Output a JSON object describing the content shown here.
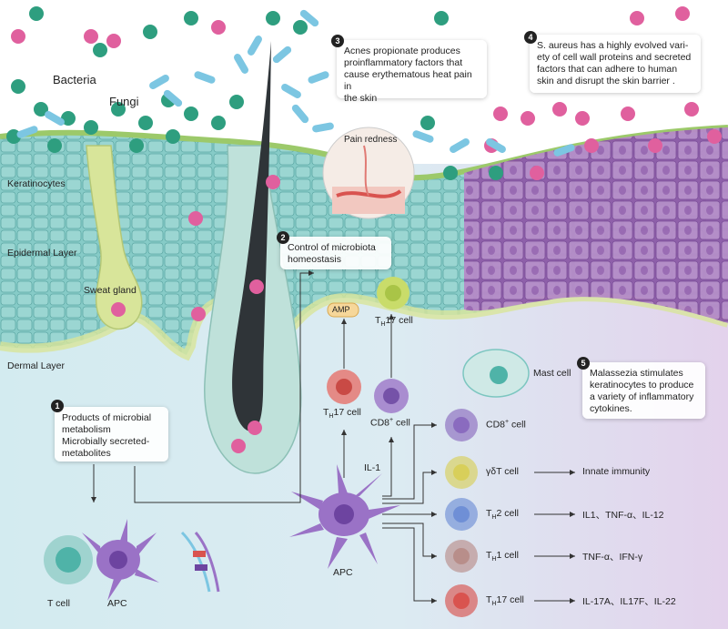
{
  "labels": {
    "bacteria": "Bacteria",
    "fungi": "Fungi",
    "keratinocytes": "Keratinocytes",
    "epidermal_layer": "Epidermal Layer",
    "sweat_gland": "Sweat gland",
    "dermal_layer": "Dermal Layer",
    "pain_redness": "Pain redness",
    "amp": "AMP",
    "th17_top": "T",
    "th17_top_rest": "17 cell",
    "th17_mid": "T",
    "th17_mid_sub": "H",
    "th17_mid_rest": "17 cell",
    "cd8_mid": "CD8",
    "cd8_mid_sup": "+",
    "cd8_mid_rest": " cell",
    "mast_cell": "Mast cell",
    "il1": "IL-1",
    "apc_center": "APC",
    "t_cell": "T cell",
    "apc_left": "APC"
  },
  "callouts": [
    {
      "num": "1",
      "lines": [
        "Products of microbial",
        "metabolism",
        "Microbially secreted-",
        "metabolites"
      ]
    },
    {
      "num": "2",
      "lines": [
        "Control of microbiota",
        "homeostasis"
      ]
    },
    {
      "num": "3",
      "lines": [
        "Acnes propionate produces",
        "proinflammatory factors that",
        "cause erythematous heat pain in",
        "the skin"
      ]
    },
    {
      "num": "4",
      "lines": [
        "S. aureus has a highly evolved vari-",
        "ety of cell wall proteins and secreted",
        "factors that can adhere to human",
        "skin and disrupt the skin barrier ."
      ]
    },
    {
      "num": "5",
      "lines": [
        "Malassezia stimulates",
        "keratinocytes to produce",
        "a variety of inflammatory",
        "cytokines."
      ]
    }
  ],
  "immune_cells": [
    {
      "name": "CD8",
      "sup": "+",
      "suffix": " cell",
      "sub": "",
      "output": "",
      "color": "#8a6bbf"
    },
    {
      "name": "γδT cell",
      "sup": "",
      "suffix": "",
      "sub": "",
      "output": "Innate immunity",
      "color": "#d8cf5a"
    },
    {
      "name": "T",
      "sup": "",
      "suffix": "2 cell",
      "sub": "H",
      "output": "IL1、TNF-α、IL-12",
      "color": "#6f8fd6"
    },
    {
      "name": "T",
      "sup": "",
      "suffix": "1 cell",
      "sub": "H",
      "output": "TNF-α、IFN-γ",
      "color": "#b88e8a"
    },
    {
      "name": "T",
      "sup": "",
      "suffix": "17 cell",
      "sub": "H",
      "output": "IL-17A、IL17F、IL-22",
      "color": "#d9534f"
    }
  ],
  "colors": {
    "bacteria_green": "#2e9e7f",
    "bacteria_pink": "#e0609e",
    "fungi_blue": "#7cc6e2",
    "keratinocyte_teal": "#7fc7c4",
    "dermis_blue": "#d6ecf1",
    "dermis_purple": "#e6d6ee",
    "sweat_gland": "#d8e59a",
    "hair": "#2f3438",
    "infected_cells": "#a872bb"
  }
}
